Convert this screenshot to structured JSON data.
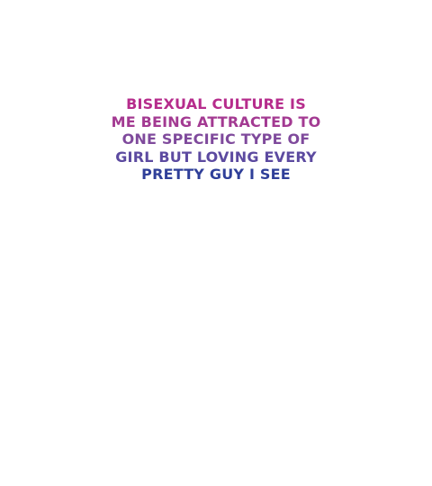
{
  "quote": {
    "lines": [
      "BISEXUAL CULTURE IS",
      "ME BEING ATTRACTED TO",
      "ONE SPECIFIC TYPE OF",
      "GIRL BUT LOVING EVERY",
      "PRETTY GUY I SEE"
    ]
  },
  "colors": {
    "background": "#ffffff",
    "gradient": [
      "#b62c8c",
      "#a33a92",
      "#7f4a9c",
      "#5c4aa0",
      "#2f3f99"
    ]
  }
}
